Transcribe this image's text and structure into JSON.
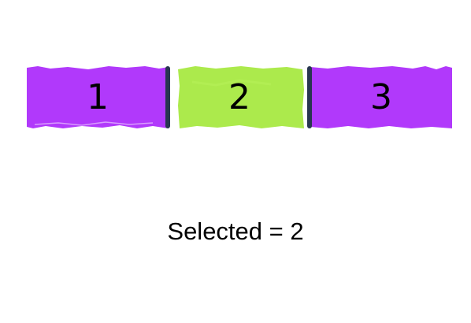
{
  "segments": [
    {
      "label": "1",
      "selected": false
    },
    {
      "label": "2",
      "selected": true
    },
    {
      "label": "3",
      "selected": false
    }
  ],
  "status": {
    "text": "Selected = 2"
  },
  "colors": {
    "unselected": "#b139fb",
    "selected": "#acea4c",
    "divider": "#283650",
    "text": "#000000"
  }
}
